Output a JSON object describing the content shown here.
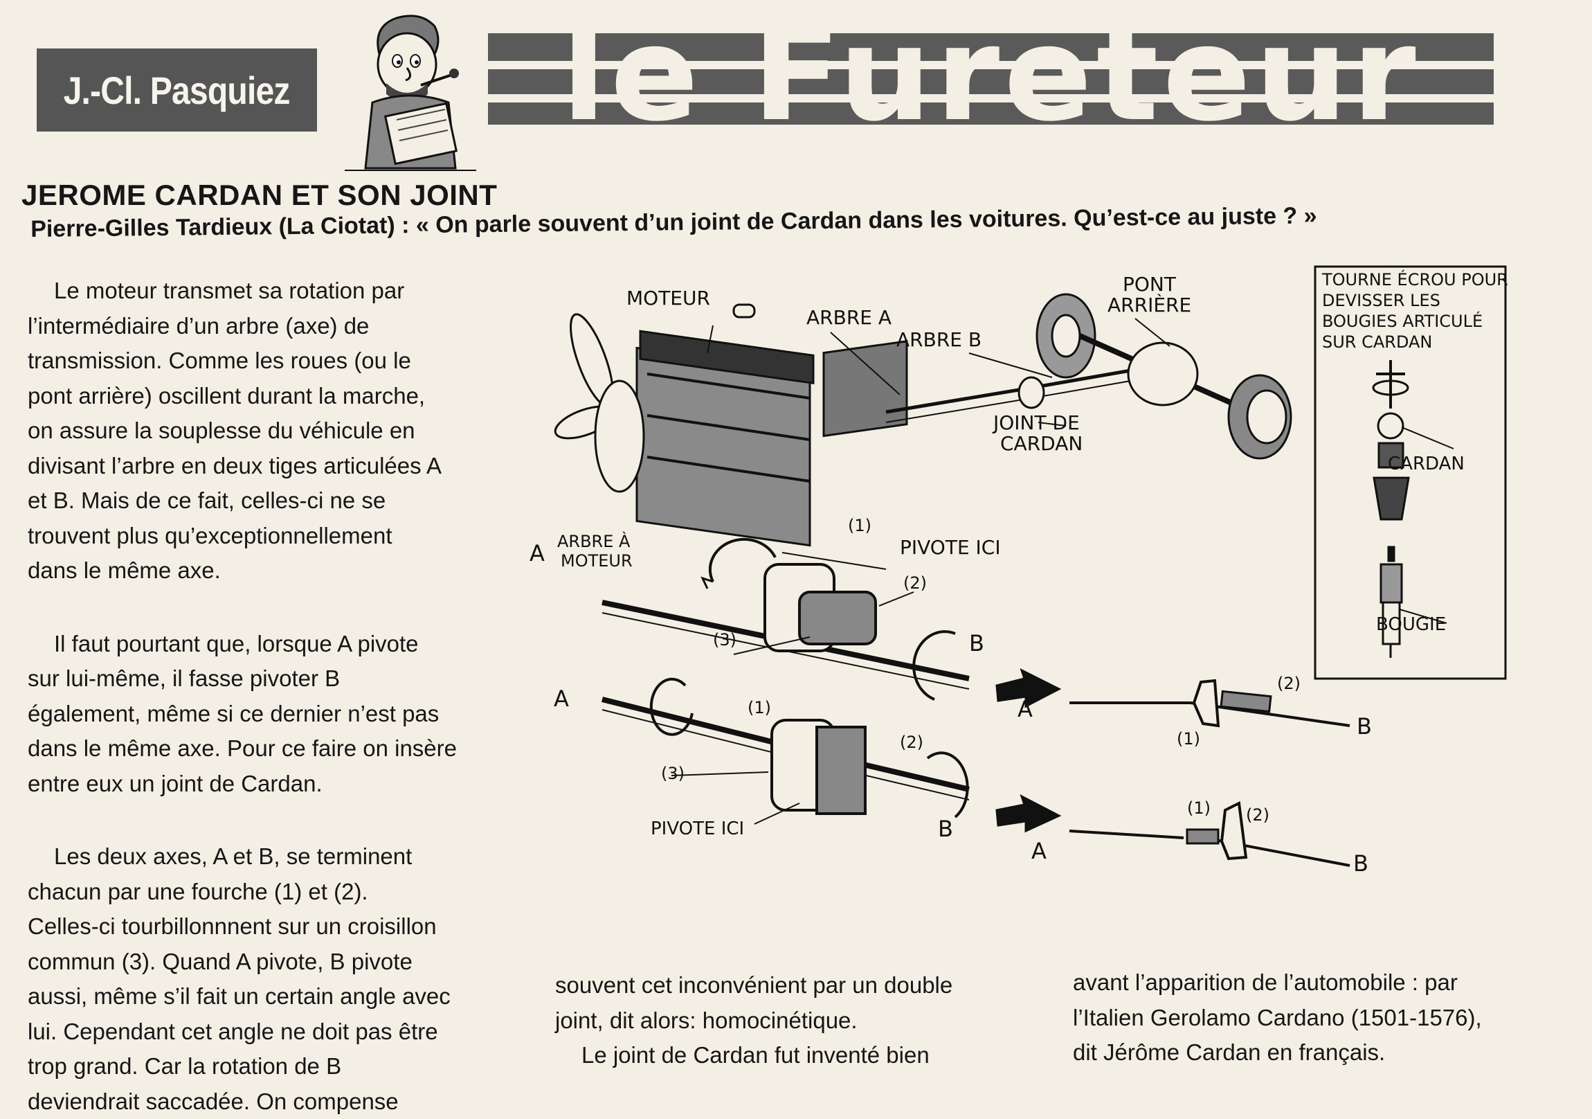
{
  "header": {
    "author": "J.-Cl. Pasquiez",
    "masthead": "le Fureteur"
  },
  "article": {
    "headline": "JEROME CARDAN ET SON JOINT",
    "question": "Pierre-Gilles Tardieux (La Ciotat) : « On parle souvent d’un joint de Cardan dans les voitures. Qu’est-ce au juste ? »",
    "column1": [
      [
        "Le moteur transmet sa rotation par",
        "l’intermédiaire d’un arbre (axe) de",
        "transmission. Comme les roues (ou le",
        "pont arrière) oscillent durant la marche,",
        "on assure la souplesse du véhicule en",
        "divisant l’arbre en deux tiges articulées A",
        "et B. Mais de ce fait, celles-ci ne se",
        "trouvent plus qu’exceptionnellement",
        "dans le même axe."
      ],
      [
        "Il faut pourtant que, lorsque A pivote",
        "sur lui-même, il fasse pivoter B",
        "également, même si ce dernier n’est pas",
        "dans le même axe. Pour ce faire on insère",
        "entre eux un joint de Cardan."
      ],
      [
        "Les deux axes, A et B, se terminent",
        "chacun par une fourche (1) et (2).",
        "Celles-ci tourbillonnnent sur un croisillon",
        "commun (3). Quand A pivote, B pivote",
        "aussi, même s’il fait un certain angle avec",
        "lui. Cependant cet angle ne doit pas être",
        "trop grand. Car la rotation de B",
        "deviendrait saccadée. On compense"
      ]
    ],
    "column2": [
      "souvent cet inconvénient par un double",
      "joint, dit alors: homocinétique.",
      "Le joint de Cardan fut inventé bien"
    ],
    "column3": [
      "avant l’apparition de l’automobile : par",
      "l’Italien Gerolamo Cardano (1501-1576),",
      "dit Jérôme Cardan en français."
    ]
  },
  "illustration": {
    "top": {
      "moteur": "MOTEUR",
      "arbre_a": "ARBRE A",
      "arbre_b": "ARBRE B",
      "pont_1": "PONT",
      "pont_2": "ARRIÈRE",
      "joint_1": "JOINT DE",
      "joint_2": "CARDAN"
    },
    "inset": {
      "note": [
        "TOURNE ÉCROU POUR",
        "DEVISSER LES",
        "BOUGIES ARTICULÉ",
        "SUR CARDAN"
      ],
      "cardan": "CARDAN",
      "bougie": "BOUGIE"
    },
    "joint1": {
      "a": "A",
      "arbre_line1": "ARBRE À",
      "arbre_line2": "MOTEUR",
      "n1": "(1)",
      "n2": "(2)",
      "n3": "(3)",
      "pivote": "PIVOTE ICI",
      "b": "B"
    },
    "joint2": {
      "a": "A",
      "n1": "(1)",
      "n2": "(2)",
      "n3": "(3)",
      "pivote": "PIVOTE ICI",
      "b": "B"
    },
    "result1": {
      "a": "A",
      "n1": "(1)",
      "n2": "(2)",
      "b": "B"
    },
    "result2": {
      "a": "A",
      "n1": "(1)",
      "n2": "(2)",
      "b": "B"
    }
  }
}
